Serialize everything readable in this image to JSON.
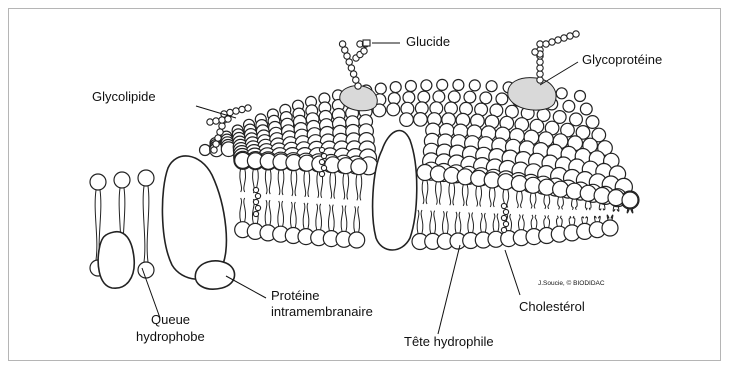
{
  "labels": {
    "glucide": "Glucide",
    "glycoproteine": "Glycoprotéine",
    "glycolipide": "Glycolipide",
    "queue_hydrophobe_1": "Queue",
    "queue_hydrophobe_2": "hydrophobe",
    "proteine_intramembranaire_1": "Protéine",
    "proteine_intramembranaire_2": "intramembranaire",
    "tete_hydrophile": "Tête hydrophile",
    "cholesterol": "Cholestérol"
  },
  "credit": "J.Soucie, © BIODIDAC",
  "colors": {
    "stroke": "#222222",
    "background": "#ffffff",
    "frame": "#b5b5b5"
  }
}
